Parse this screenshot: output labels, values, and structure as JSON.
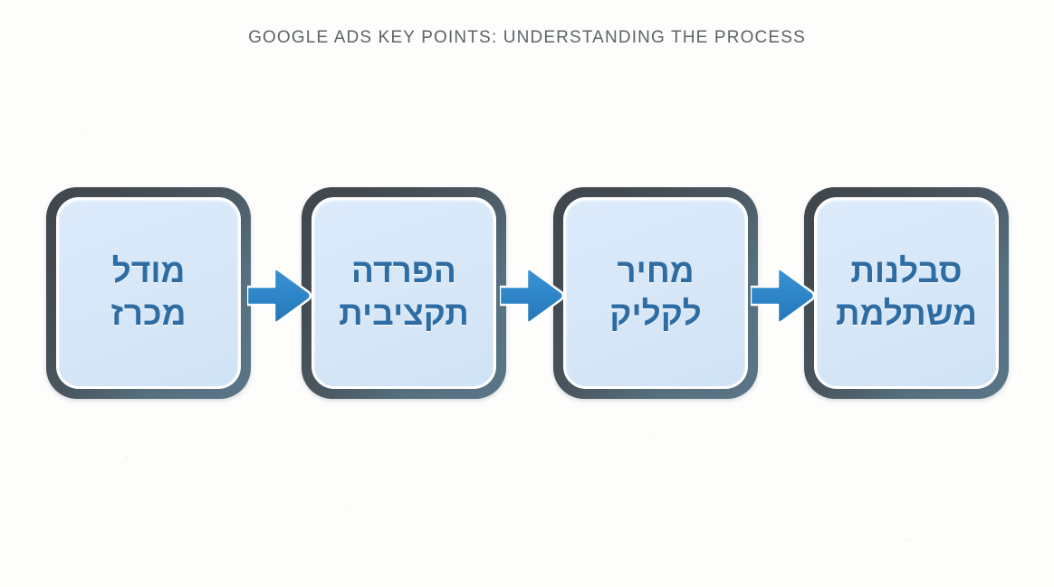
{
  "title": "GOOGLE ADS KEY POINTS: UNDERSTANDING THE PROCESS",
  "colors": {
    "background": "#fdfdfc",
    "title_text": "#5c6368",
    "node_fill": "#d8e8f8",
    "node_label_text": "#2e6da4",
    "node_border_dark": "#3f474d",
    "node_border_light": "#5a7587",
    "arrow_blue": "#2e86c8",
    "arrow_blue_dark": "#1f6fae"
  },
  "flow": {
    "nodes": [
      {
        "id": "node-auction-model",
        "label": "מודל\nמכרז"
      },
      {
        "id": "node-budget-separation",
        "label": "הפרדה\nתקציבית"
      },
      {
        "id": "node-cost-per-click",
        "label": "מחיר\nלקליק"
      },
      {
        "id": "node-patience-pays",
        "label": "סבלנות\nמשתלמת"
      }
    ],
    "connectors": [
      {
        "id": "arrow-1",
        "icon": "arrow-right-icon"
      },
      {
        "id": "arrow-2",
        "icon": "arrow-right-icon"
      },
      {
        "id": "arrow-3",
        "icon": "arrow-right-icon"
      }
    ]
  }
}
